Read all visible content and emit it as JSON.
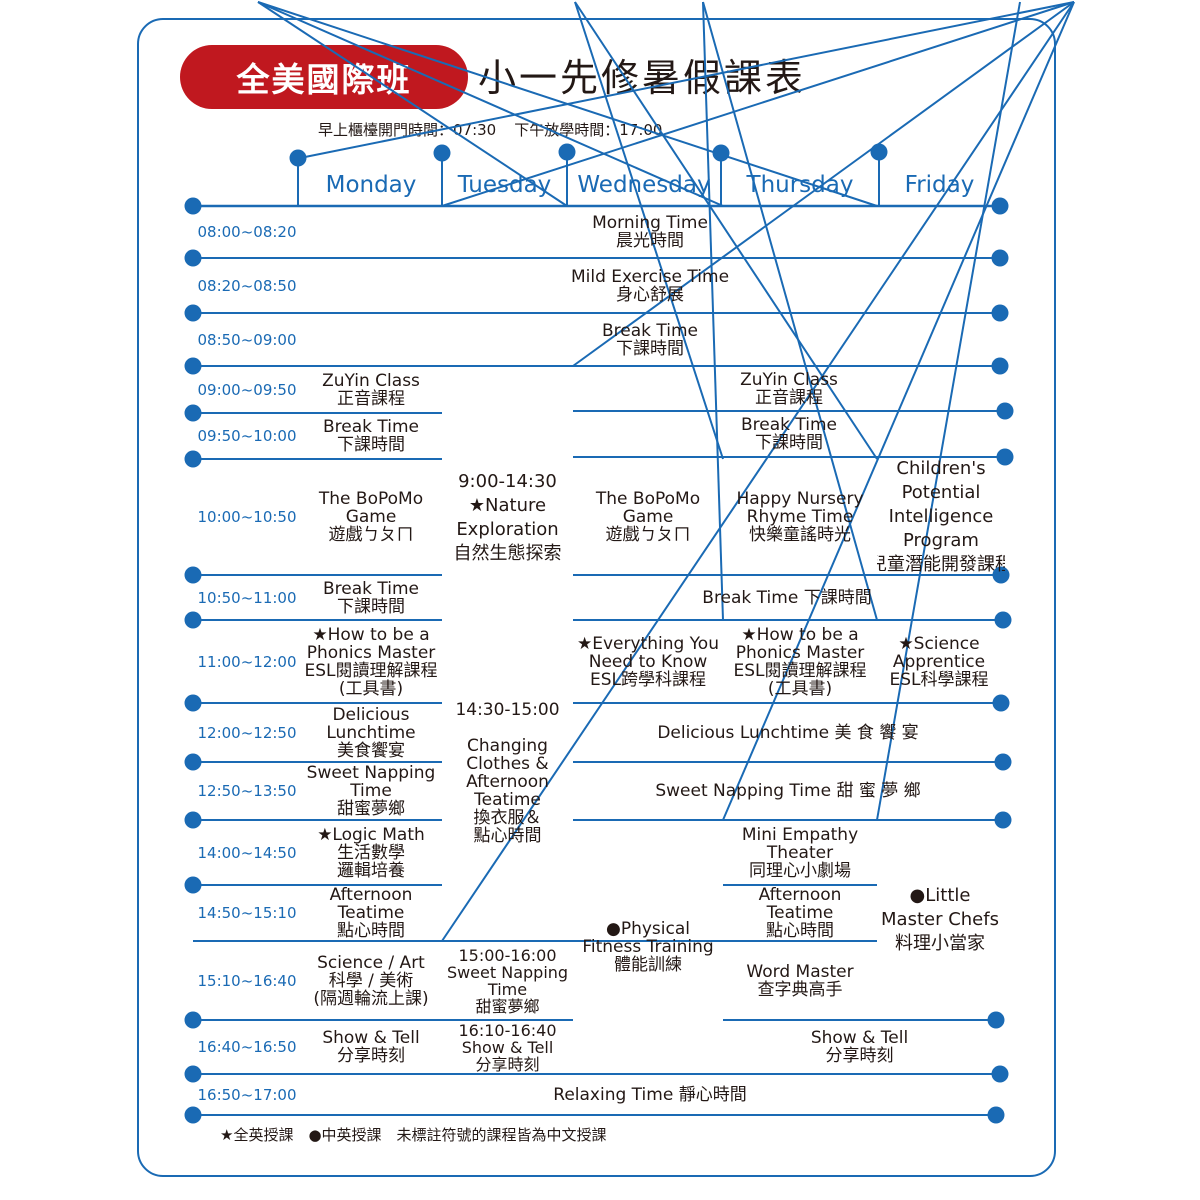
{
  "header": {
    "brand": "全美國際班",
    "title": "小一先修暑假課表",
    "open_time": "早上櫃檯開門時間：07:30",
    "close_time": "下午放學時間：17:00"
  },
  "days": [
    "Monday",
    "Tuesday",
    "Wednesday",
    "Thursday",
    "Friday"
  ],
  "times": [
    "08:00~08:20",
    "08:20~08:50",
    "08:50~09:00",
    "09:00~09:50",
    "09:50~10:00",
    "10:00~10:50",
    "10:50~11:00",
    "11:00~12:00",
    "12:00~12:50",
    "12:50~13:50",
    "14:00~14:50",
    "14:50~15:10",
    "15:10~16:40",
    "16:40~16:50",
    "16:50~17:00"
  ],
  "cells": [
    {
      "id": "morning-time",
      "lines": [
        "Morning Time",
        "晨光時間"
      ]
    },
    {
      "id": "mild-exercise",
      "lines": [
        "Mild Exercise Time",
        "身心舒展"
      ]
    },
    {
      "id": "break-0850",
      "lines": [
        "Break Time",
        "下課時間"
      ]
    },
    {
      "id": "mon-zuyin",
      "lines": [
        "ZuYin Class",
        "正音課程"
      ]
    },
    {
      "id": "tue-nature",
      "lines": [
        "9:00-14:30",
        "★Nature",
        "Exploration",
        "自然生態探索"
      ]
    },
    {
      "id": "wf-zuyin",
      "lines": [
        "ZuYin Class",
        "正音課程"
      ]
    },
    {
      "id": "mon-break-0950",
      "lines": [
        "Break Time",
        "下課時間"
      ]
    },
    {
      "id": "wf-break-0950",
      "lines": [
        "Break Time",
        "下課時間"
      ]
    },
    {
      "id": "mon-bopomo",
      "lines": [
        "The BoPoMo",
        "Game",
        "遊戲ㄅㄆㄇ"
      ]
    },
    {
      "id": "wed-bopomo",
      "lines": [
        "The BoPoMo",
        "Game",
        "遊戲ㄅㄆㄇ"
      ]
    },
    {
      "id": "thu-nursery",
      "lines": [
        "Happy Nursery",
        "Rhyme Time",
        "快樂童謠時光"
      ]
    },
    {
      "id": "fri-potential",
      "lines": [
        "Children's",
        "Potential",
        "Intelligence",
        "Program",
        "兒童潛能開發課程"
      ]
    },
    {
      "id": "mon-break-1050",
      "lines": [
        "Break Time",
        "下課時間"
      ]
    },
    {
      "id": "wf-break-1050",
      "lines": [
        "Break Time 下課時間"
      ]
    },
    {
      "id": "mon-phonics",
      "lines": [
        "★How to be a",
        "Phonics Master",
        "ESL閱讀理解課程",
        "(工具書)"
      ]
    },
    {
      "id": "wed-everything",
      "lines": [
        "★Everything You",
        "Need to Know",
        "ESL跨學科課程"
      ]
    },
    {
      "id": "thu-phonics",
      "lines": [
        "★How to be a",
        "Phonics Master",
        "ESL閱讀理解課程",
        "(工具書)"
      ]
    },
    {
      "id": "fri-science",
      "lines": [
        "★Science",
        "Apprentice",
        "ESL科學課程"
      ]
    },
    {
      "id": "mon-lunch",
      "lines": [
        "Delicious",
        "Lunchtime",
        "美食饗宴"
      ]
    },
    {
      "id": "tue-changing",
      "lines": [
        "14:30-15:00",
        "",
        "Changing",
        "Clothes &",
        "Afternoon",
        "Teatime",
        "換衣服＆",
        "點心時間"
      ]
    },
    {
      "id": "wf-lunch",
      "lines": [
        "Delicious Lunchtime 美 食 饗 宴"
      ]
    },
    {
      "id": "mon-nap",
      "lines": [
        "Sweet Napping",
        "Time",
        "甜蜜夢鄉"
      ]
    },
    {
      "id": "wf-nap",
      "lines": [
        "Sweet Napping Time 甜 蜜 夢 鄉"
      ]
    },
    {
      "id": "mon-logic",
      "lines": [
        "★Logic Math",
        "生活數學",
        "邏輯培養"
      ]
    },
    {
      "id": "wed-fitness",
      "lines": [
        "●Physical",
        "Fitness Training",
        "體能訓練"
      ]
    },
    {
      "id": "thu-empathy",
      "lines": [
        "Mini Empathy",
        "Theater",
        "同理心小劇場"
      ]
    },
    {
      "id": "fri-chefs",
      "lines": [
        "●Little",
        "Master Chefs",
        "料理小當家"
      ]
    },
    {
      "id": "mon-teatime",
      "lines": [
        "Afternoon",
        "Teatime",
        "點心時間"
      ]
    },
    {
      "id": "thu-teatime",
      "lines": [
        "Afternoon",
        "Teatime",
        "點心時間"
      ]
    },
    {
      "id": "mon-science-art",
      "lines": [
        "Science / Art",
        "科學 / 美術",
        "(隔週輪流上課)"
      ]
    },
    {
      "id": "tue-nap",
      "lines": [
        "15:00-16:00",
        "Sweet Napping",
        "Time",
        "甜蜜夢鄉"
      ]
    },
    {
      "id": "thu-word",
      "lines": [
        "Word Master",
        "查字典高手"
      ]
    },
    {
      "id": "mon-show",
      "lines": [
        "Show & Tell",
        "分享時刻"
      ]
    },
    {
      "id": "tue-show",
      "lines": [
        "16:10-16:40",
        "Show & Tell",
        "分享時刻"
      ]
    },
    {
      "id": "thf-show",
      "lines": [
        "Show & Tell",
        "分享時刻"
      ]
    },
    {
      "id": "relaxing",
      "lines": [
        "Relaxing Time 靜心時間"
      ]
    }
  ],
  "legend": "★全英授課　●中英授課　未標註符號的課程皆為中文授課",
  "colors": {
    "accent": "#1a6ab4",
    "brand": "#c0181f",
    "text": "#231815"
  }
}
